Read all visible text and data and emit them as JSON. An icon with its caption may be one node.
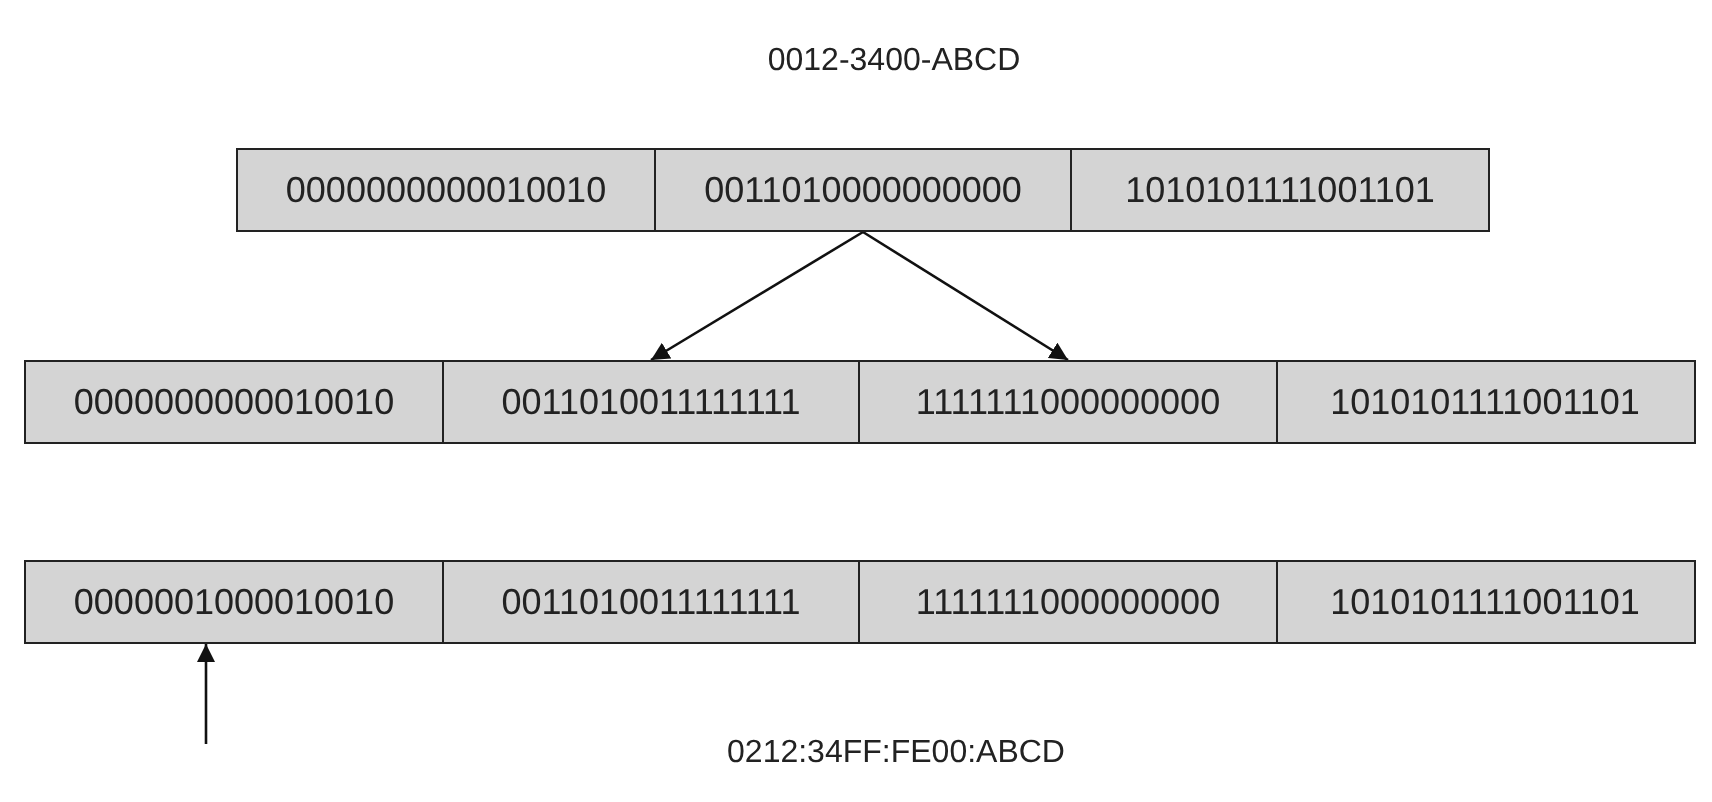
{
  "diagram": {
    "nodes": [
      {
        "text": [
          "0000000000010010"
        ]
      },
      {
        "text": [
          "0011010000000000"
        ]
      },
      {
        "text": [
          "1010101111001101"
        ]
      },
      {
        "text": [
          "0000000000010010"
        ]
      },
      {
        "text": [
          "0011010011111111"
        ]
      },
      {
        "text": [
          "1111111000000000"
        ]
      },
      {
        "text": [
          "1010101111001101"
        ]
      },
      {
        "text": [
          "0000001000010010"
        ]
      },
      {
        "text": [
          "0011010011111111"
        ]
      },
      {
        "text": [
          "1111111000000000"
        ]
      },
      {
        "text": [
          "1010101111001101"
        ]
      }
    ],
    "edges": [
      {
        "from": 1,
        "to": 4,
        "arrow": "to"
      },
      {
        "from": 1,
        "to": 5,
        "arrow": "to"
      },
      {
        "from": null,
        "to": 7,
        "arrow": "to"
      }
    ],
    "labels": [
      "0012-3400-ABCD",
      "0212:34FF:FE00:ABCD"
    ]
  }
}
